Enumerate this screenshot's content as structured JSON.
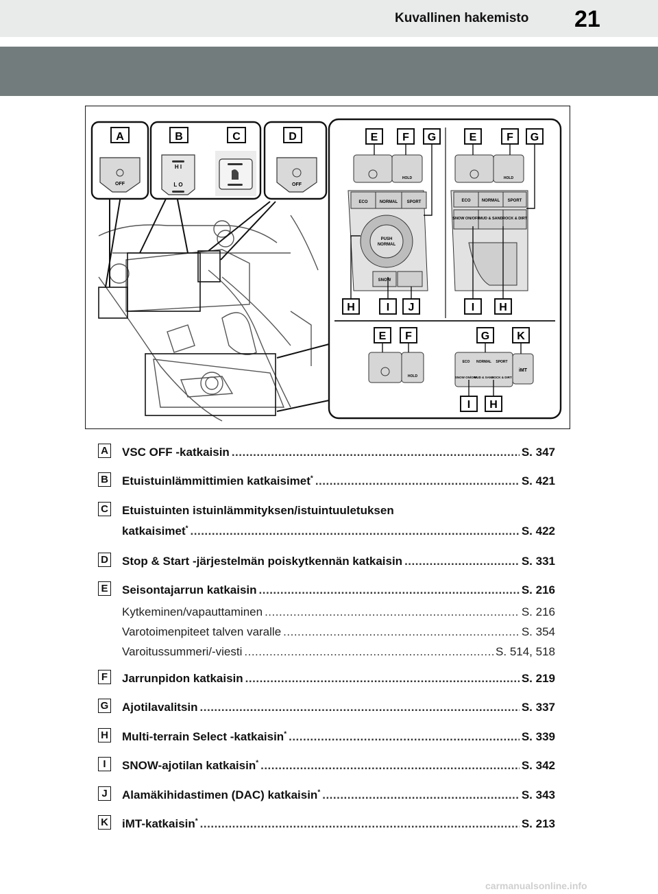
{
  "header": {
    "section_title": "Kuvallinen hakemisto",
    "page_number": "21"
  },
  "figure": {
    "callouts_top": [
      "A",
      "B",
      "C",
      "D"
    ],
    "panel1_top": [
      "E",
      "F",
      "G"
    ],
    "panel2_top": [
      "E",
      "F",
      "G"
    ],
    "panel1_bottom": [
      "H",
      "I",
      "J"
    ],
    "panel2_bottom": [
      "I",
      "H"
    ],
    "panel3_top_left": [
      "E",
      "F"
    ],
    "panel3_top_right": [
      "G",
      "K"
    ],
    "panel3_bottom": [
      "I",
      "H"
    ],
    "switch_labels": {
      "off": "OFF",
      "hi": "H I",
      "lo": "L O",
      "hold": "HOLD",
      "eco": "ECO",
      "normal": "NORMAL",
      "sport": "SPORT",
      "mud_sand": "MUD & SAND",
      "rock_dirt": "ROCK & DIRT",
      "push": "PUSH",
      "push_normal": "NORMAL",
      "snow": "SNOW",
      "snow_onoff": "SNOW ON/OFF",
      "imt": "iMT"
    }
  },
  "entries": [
    {
      "letter": "A",
      "title": "VSC OFF -katkaisin",
      "page": "S. 347",
      "bold": true
    },
    {
      "letter": "B",
      "title": "Etuistuinlämmittimien katkaisimet",
      "sup": "*",
      "page": "S. 421",
      "bold": true
    },
    {
      "letter": "C",
      "title_line1": "Etuistuinten istuinlämmityksen/istuintuuletuksen",
      "title": "katkaisimet",
      "sup": "*",
      "page": "S. 422",
      "bold": true
    },
    {
      "letter": "D",
      "title": "Stop & Start -järjestelmän poiskytkennän katkaisin",
      "page": "S. 331",
      "bold": true
    },
    {
      "letter": "E",
      "title": "Seisontajarrun katkaisin",
      "page": "S. 216",
      "bold": true,
      "subitems": [
        {
          "title": "Kytkeminen/vapauttaminen",
          "page": "S. 216"
        },
        {
          "title": "Varotoimenpiteet talven varalle",
          "page": "S. 354"
        },
        {
          "title": "Varoitussummeri/-viesti",
          "page": "S. 514, 518"
        }
      ]
    },
    {
      "letter": "F",
      "title": "Jarrunpidon katkaisin",
      "page": "S. 219",
      "bold": true
    },
    {
      "letter": "G",
      "title": "Ajotilavalitsin",
      "page": "S. 337",
      "bold": true
    },
    {
      "letter": "H",
      "title": "Multi-terrain Select -katkaisin",
      "sup": "*",
      "page": "S. 339",
      "bold": true
    },
    {
      "letter": "I",
      "title": "SNOW-ajotilan katkaisin",
      "sup": "*",
      "page": "S. 342",
      "bold": true
    },
    {
      "letter": "J",
      "title": "Alamäkihidastimen (DAC) katkaisin",
      "sup": "*",
      "page": "S. 343",
      "bold": true
    },
    {
      "letter": "K",
      "title": "iMT-katkaisin",
      "sup": "*",
      "page": "S. 213",
      "bold": true
    }
  ],
  "watermark": "carmanualsonline.info"
}
